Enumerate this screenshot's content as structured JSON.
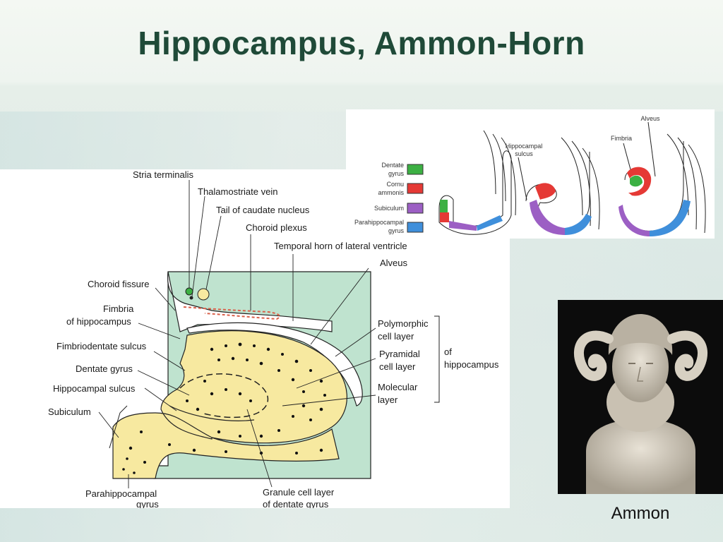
{
  "title": "Hippocampus, Ammon-Horn",
  "main_diagram": {
    "labels": {
      "stria_terminalis": "Stria terminalis",
      "thalamostriate_vein": "Thalamostriate vein",
      "tail_caudate": "Tail of caudate nucleus",
      "choroid_plexus": "Choroid plexus",
      "temporal_horn": "Temporal horn of lateral ventricle",
      "alveus": "Alveus",
      "choroid_fissure": "Choroid fissure",
      "fimbria_1": "Fimbria",
      "fimbria_2": "of hippocampus",
      "fimbriodentate": "Fimbriodentate sulcus",
      "dentate_gyrus": "Dentate gyrus",
      "hippocampal_sulcus": "Hippocampal sulcus",
      "subiculum": "Subiculum",
      "parahippocampal_1": "Parahippocampal",
      "parahippocampal_2": "gyrus",
      "polymorphic_1": "Polymorphic",
      "polymorphic_2": "cell layer",
      "pyramidal_1": "Pyramidal",
      "pyramidal_2": "cell layer",
      "molecular_1": "Molecular",
      "molecular_2": "layer",
      "of_1": "of",
      "of_2": "hippocampus",
      "granule_1": "Granule cell layer",
      "granule_2": "of dentate gyrus"
    },
    "colors": {
      "ventricle": "#bfe3cf",
      "tissue": "#f7e9a0",
      "outline": "#222222"
    }
  },
  "stages_diagram": {
    "legend": [
      {
        "line1": "Dentate",
        "line2": "gyrus",
        "color": "#3cb043"
      },
      {
        "line1": "Cornu",
        "line2": "ammonis",
        "color": "#e53935"
      },
      {
        "line1": "Subiculum",
        "line2": "",
        "color": "#9c5fc4"
      },
      {
        "line1": "Parahippocampal",
        "line2": "gyrus",
        "color": "#3f8fdb"
      }
    ],
    "labels": {
      "hipp_sulcus_1": "Hippocampal",
      "hipp_sulcus_2": "sulcus",
      "fimbria": "Fimbria",
      "alveus": "Alveus"
    }
  },
  "photo_caption": "Ammon"
}
